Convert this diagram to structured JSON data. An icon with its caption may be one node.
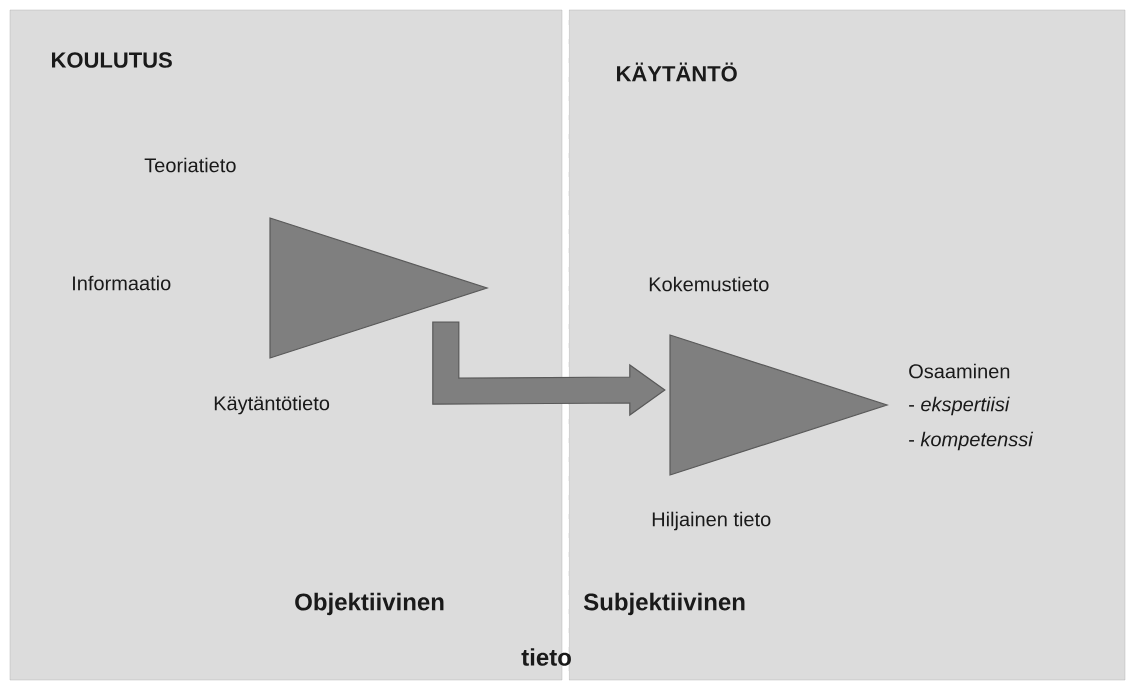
{
  "diagram": {
    "nodes": [
      {
        "text": [
          "KOULUTUS"
        ]
      },
      {
        "text": [
          "KÄYTÄNTÖ"
        ]
      },
      {
        "text": [],
        "shape": "triangle",
        "in": 0
      },
      {
        "text": [],
        "shape": "triangle",
        "in": 1
      }
    ],
    "edges": [
      {
        "from": 2,
        "to": 3,
        "arrow": "to"
      }
    ],
    "labels": [
      "Teoriatieto",
      "Informaatio",
      "Kokemustieto",
      "Käytäntötieto",
      "Osaaminen",
      "- *ekspertiisi*",
      "- *kompetenssi*",
      "Hiljainen tieto",
      "Objektiivinen",
      "Subjektiivinen",
      "tieto"
    ]
  }
}
